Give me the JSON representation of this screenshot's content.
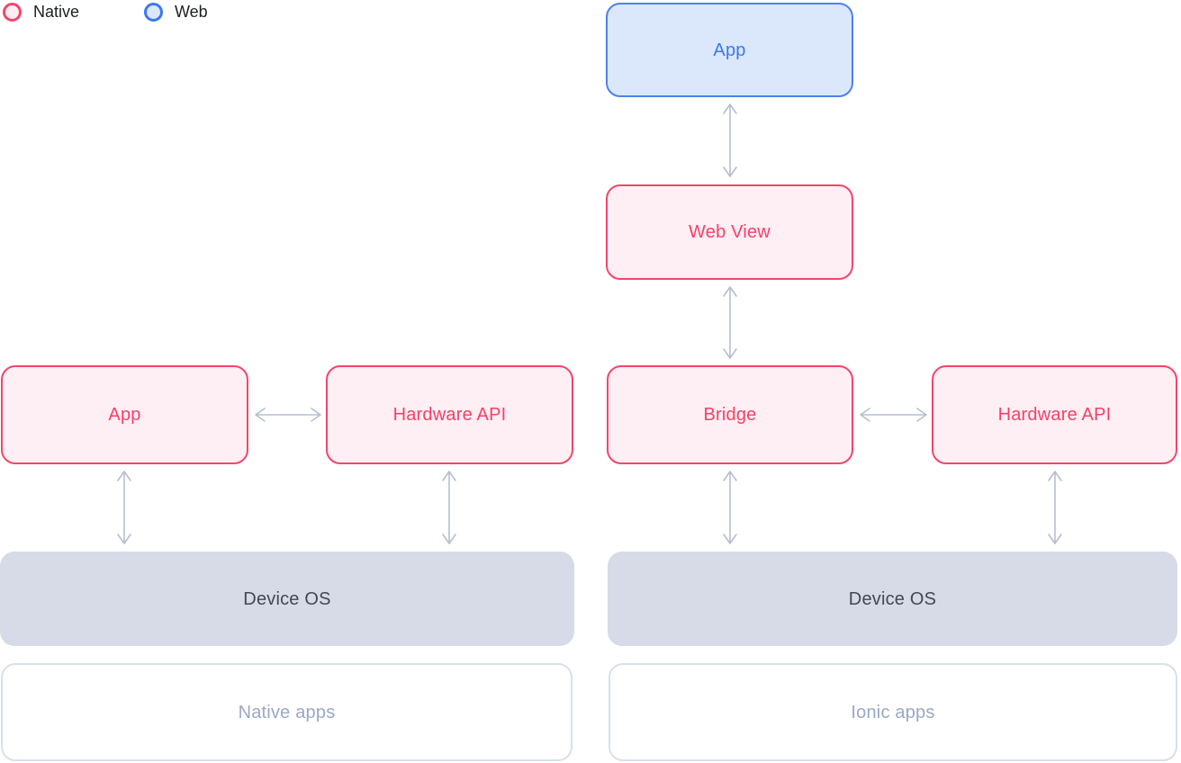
{
  "legend": {
    "native_label": "Native",
    "web_label": "Web"
  },
  "native_stack": {
    "app": "App",
    "hardware_api": "Hardware API",
    "device_os": "Device OS",
    "caption": "Native apps"
  },
  "ionic_stack": {
    "app": "App",
    "web_view": "Web View",
    "bridge": "Bridge",
    "hardware_api": "Hardware API",
    "device_os": "Device OS",
    "caption": "Ionic apps"
  },
  "colors": {
    "native_accent": "#f5456b",
    "native_fill": "#fdeff3",
    "web_accent": "#4d80f0",
    "web_fill": "#dbe8fb",
    "device_os_fill": "#d6dbe7",
    "device_os_text": "#414855",
    "caption_border": "#d8e0ec",
    "caption_text": "#9aa8c2",
    "arrow": "#b5bfd1",
    "legend_text": "#1d1f23"
  }
}
